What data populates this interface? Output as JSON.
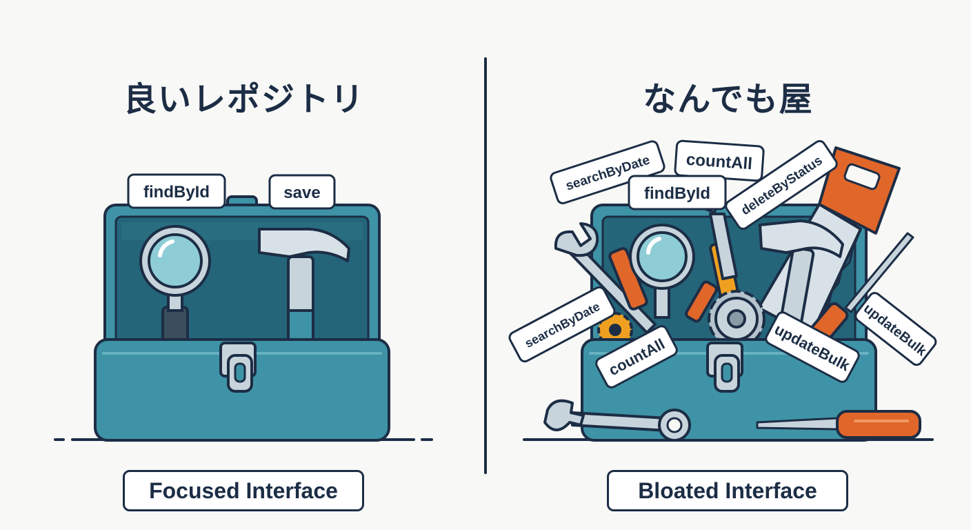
{
  "left": {
    "title": "良いレポジトリ",
    "caption": "Focused Interface",
    "tags": [
      "findById",
      "save"
    ]
  },
  "right": {
    "title": "なんでも屋",
    "caption": "Bloated Interface",
    "tags": [
      "searchByDate",
      "countAll",
      "findById",
      "deleteByStatus",
      "searchByDate",
      "updateBulk",
      "countAll",
      "updateBulk"
    ]
  },
  "colors": {
    "navy": "#1c2d45",
    "toolbox_teal": "#3f93a6",
    "toolbox_dark": "#24657a",
    "steel": "#c8d4dc",
    "orange": "#e0662a",
    "lens": "#8fcdd6"
  },
  "icons": [
    "magnifier-icon",
    "hammer-icon",
    "wrench-icon",
    "screwdriver-icon",
    "saw-icon",
    "gear-icon",
    "latch-icon"
  ]
}
